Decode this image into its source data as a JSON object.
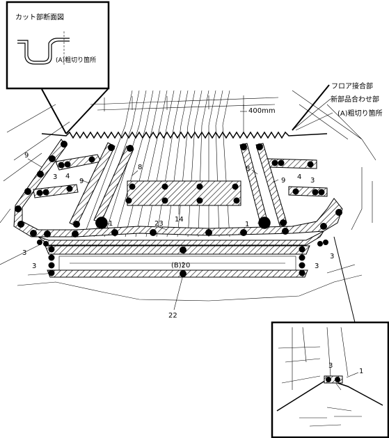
{
  "inset_top_left": {
    "title": "カット部断面図",
    "label_a": "(A)粗切り箇所"
  },
  "callouts": {
    "floor_joint": "フロア接合部",
    "new_parts": "新部品合わせ部",
    "rough_cut": "(A)粗切り箇所",
    "dimension": "400mm"
  },
  "part_numbers": {
    "p9_left": "9",
    "p4_left": "4",
    "p3_left": "3",
    "p9_left2": "9",
    "p8_left": "8",
    "p1_left": "1",
    "p23": "23",
    "p14": "14",
    "p1_right": "1",
    "p8_right": "8",
    "p9_right": "9",
    "p4_right": "4",
    "p3_right": "3",
    "p3_lower_left1": "3",
    "p3_lower_left2": "3",
    "p3_lower_right1": "3",
    "p3_lower_right2": "3",
    "p20": "(B)20",
    "p22": "22"
  },
  "inset_bottom_right": {
    "p3": "3",
    "p1": "1"
  }
}
